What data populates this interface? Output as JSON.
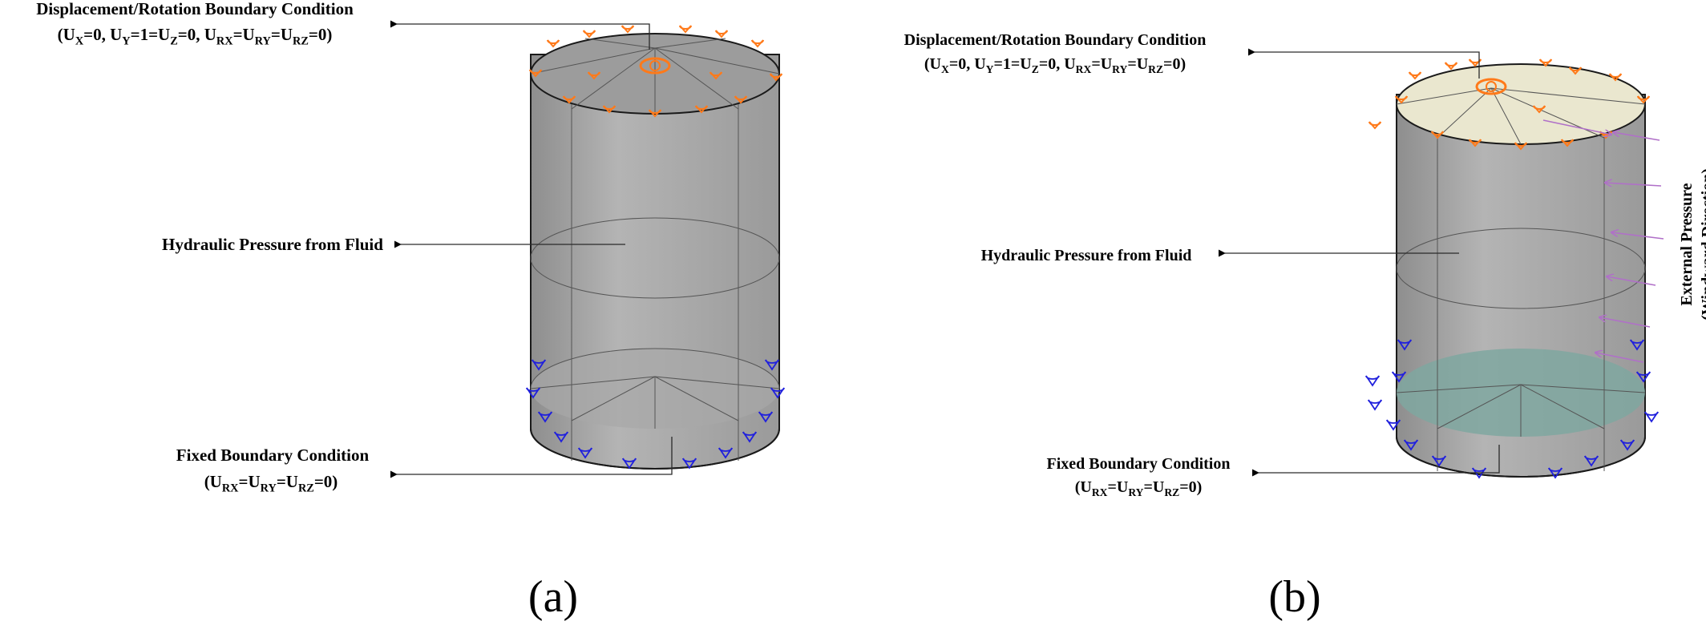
{
  "panels": [
    {
      "id": "a",
      "caption": "(a)",
      "top_label": {
        "line1": "Displacement/Rotation Boundary Condition",
        "line2_parts": [
          {
            "t": "(U"
          },
          {
            "t": "X",
            "sub": true
          },
          {
            "t": "=0, U"
          },
          {
            "t": "Y",
            "sub": true
          },
          {
            "t": "=1=U"
          },
          {
            "t": "Z",
            "sub": true
          },
          {
            "t": "=0, U"
          },
          {
            "t": "RX",
            "sub": true
          },
          {
            "t": "=U"
          },
          {
            "t": "RY",
            "sub": true
          },
          {
            "t": "=U"
          },
          {
            "t": "RZ",
            "sub": true
          },
          {
            "t": "=0)"
          }
        ]
      },
      "middle_label": "Hydraulic Pressure from Fluid",
      "bottom_label": {
        "line1": "Fixed Boundary Condition",
        "line2_parts": [
          {
            "t": "(U"
          },
          {
            "t": "RX",
            "sub": true
          },
          {
            "t": "=U"
          },
          {
            "t": "RY",
            "sub": true
          },
          {
            "t": "=U"
          },
          {
            "t": "RZ",
            "sub": true
          },
          {
            "t": "=0)"
          }
        ]
      }
    },
    {
      "id": "b",
      "caption": "(b)",
      "top_label": {
        "line1": "Displacement/Rotation Boundary Condition",
        "line2_parts": [
          {
            "t": "(U"
          },
          {
            "t": "X",
            "sub": true
          },
          {
            "t": "=0, U"
          },
          {
            "t": "Y",
            "sub": true
          },
          {
            "t": "=1=U"
          },
          {
            "t": "Z",
            "sub": true
          },
          {
            "t": "=0, U"
          },
          {
            "t": "RX",
            "sub": true
          },
          {
            "t": "=U"
          },
          {
            "t": "RY",
            "sub": true
          },
          {
            "t": "=U"
          },
          {
            "t": "RZ",
            "sub": true
          },
          {
            "t": "=0)"
          }
        ]
      },
      "middle_label": "Hydraulic Pressure from Fluid",
      "bottom_label": {
        "line1": "Fixed Boundary Condition",
        "line2_parts": [
          {
            "t": "(U"
          },
          {
            "t": "RX",
            "sub": true
          },
          {
            "t": "=U"
          },
          {
            "t": "RY",
            "sub": true
          },
          {
            "t": "=U"
          },
          {
            "t": "RZ",
            "sub": true
          },
          {
            "t": "=0)"
          }
        ]
      },
      "side_label": {
        "line1": "External Pressure",
        "line2": "(Windward Direction)"
      }
    }
  ],
  "colors": {
    "tank_shell": "#a6a6a6",
    "tank_top_a": "#9c9c9c",
    "tank_top_b": "#eae7cf",
    "tank_bottom_b": "#7fa7a0",
    "displacement_marker": "#ff7a1a",
    "fixed_marker": "#2020dd",
    "pressure_arrow": "#b070c8",
    "leader_line": "#000000"
  }
}
